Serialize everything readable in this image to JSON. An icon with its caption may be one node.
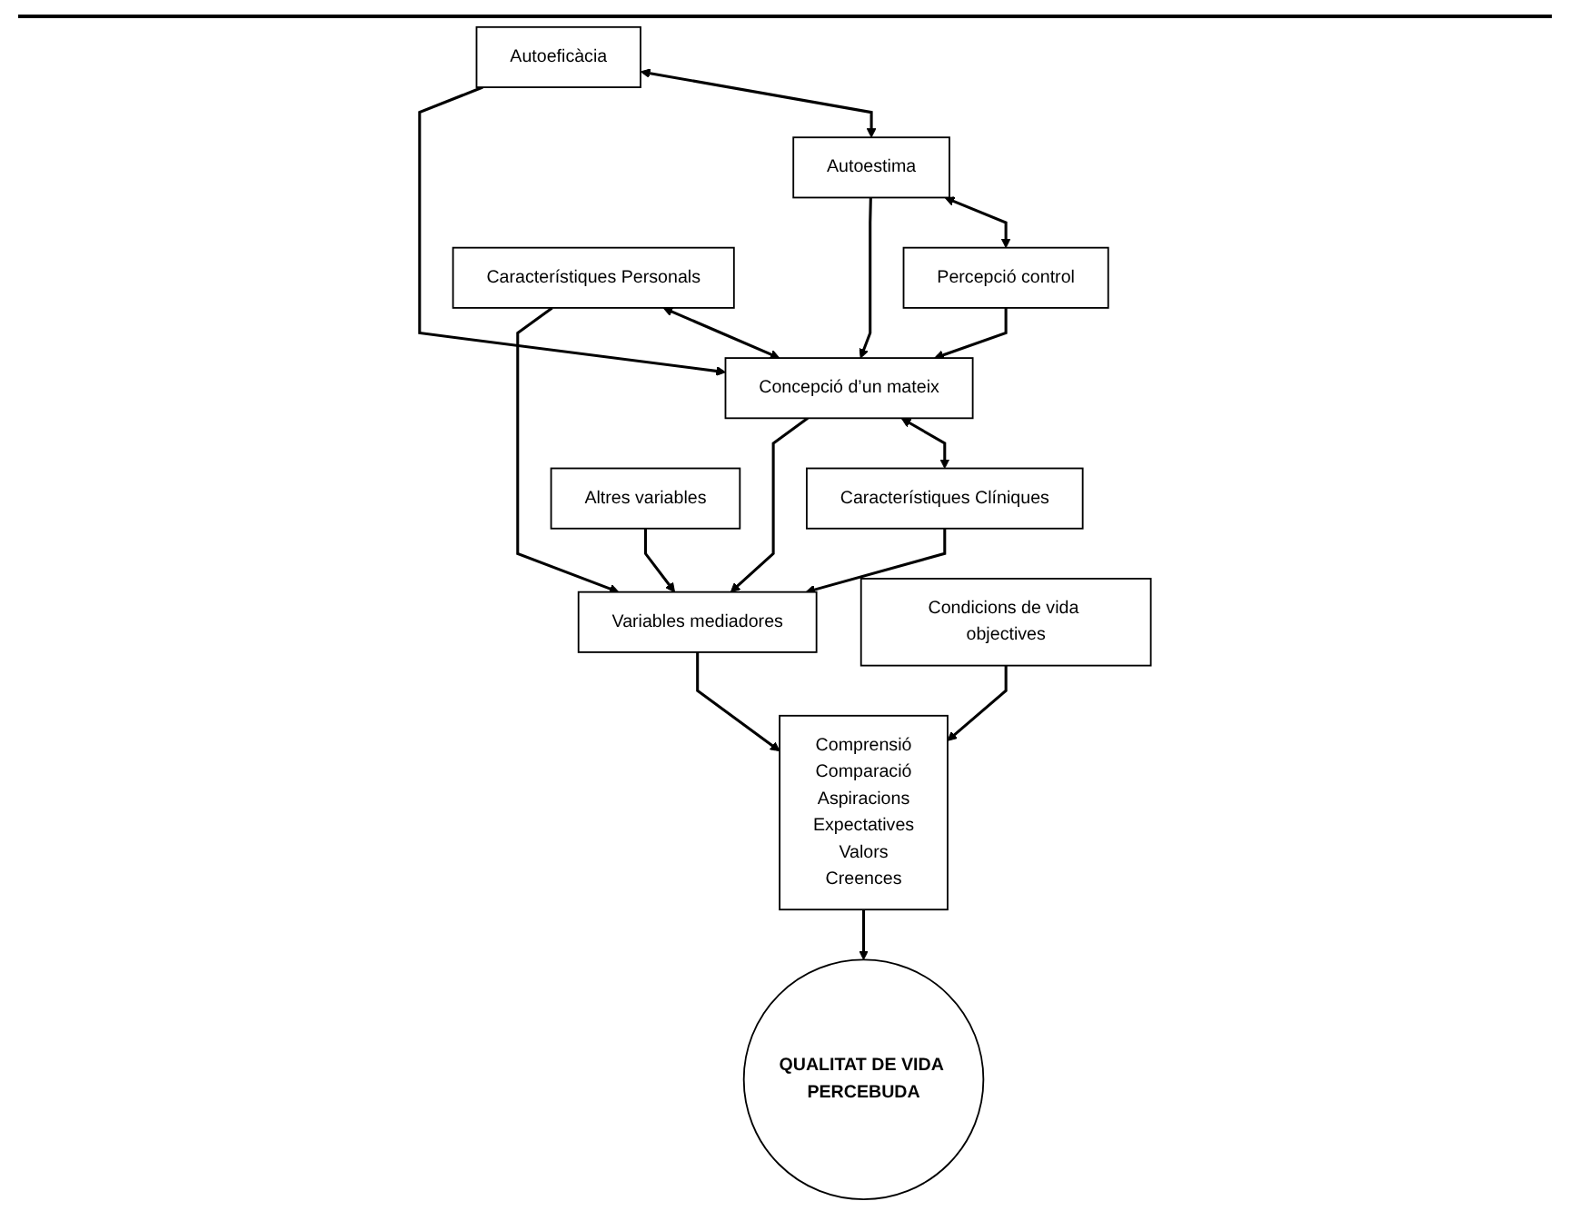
{
  "diagram": {
    "nodes": [
      {
        "text": [
          "Autoeficàcia"
        ]
      },
      {
        "text": [
          "Autoestima"
        ]
      },
      {
        "text": [
          "Percepció control"
        ]
      },
      {
        "text": [
          "Característiques Personals"
        ]
      },
      {
        "text": [
          "Concepció d’un mateix"
        ]
      },
      {
        "text": [
          "Característiques Clíniques"
        ]
      },
      {
        "text": [
          "Variables mediadores"
        ]
      },
      {
        "text": [
          "Altres variables"
        ]
      },
      {
        "text": [
          "Condicions de vida objectives"
        ]
      },
      {
        "text": [
          "Comprensió",
          "Comparació",
          "Aspiracions",
          "Expectatives",
          "Valors",
          "Creences"
        ]
      },
      {
        "text": [
          "QUALITAT DE VIDA PERCEBUDA"
        ]
      }
    ],
    "edges": [
      {
        "from": 0,
        "to": 1,
        "arrow": "both"
      },
      {
        "from": 1,
        "to": 2,
        "arrow": "both"
      },
      {
        "from": 0,
        "to": 4,
        "arrow": "to"
      },
      {
        "from": 1,
        "to": 4,
        "arrow": "to"
      },
      {
        "from": 2,
        "to": 4,
        "arrow": "to"
      },
      {
        "from": 3,
        "to": 4,
        "arrow": "both"
      },
      {
        "from": 4,
        "to": 5,
        "arrow": "both"
      },
      {
        "from": 3,
        "to": 6,
        "arrow": "to"
      },
      {
        "from": 4,
        "to": 6,
        "arrow": "to"
      },
      {
        "from": 5,
        "to": 6,
        "arrow": "to"
      },
      {
        "from": 7,
        "to": 6,
        "arrow": "to"
      },
      {
        "from": 6,
        "to": 9,
        "arrow": "to"
      },
      {
        "from": 8,
        "to": 9,
        "arrow": "to"
      },
      {
        "from": 9,
        "to": 10,
        "arrow": "to"
      }
    ]
  }
}
